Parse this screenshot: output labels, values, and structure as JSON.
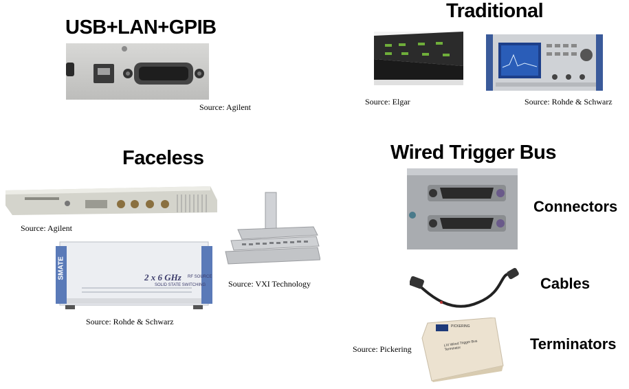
{
  "sections": {
    "usb_lan_gpib": {
      "title": "USB+LAN+GPIB",
      "source": "Source: Agilent"
    },
    "traditional": {
      "title": "Traditional",
      "source_left": "Source: Elgar",
      "source_right": "Source: Rohde & Schwarz"
    },
    "faceless": {
      "title": "Faceless",
      "source_rack": "Source: Agilent",
      "source_box": "Source: Rohde & Schwarz",
      "source_vxi": "Source: VXI Technology"
    },
    "wired_trigger_bus": {
      "title": "Wired Trigger Bus",
      "labels": {
        "connectors": "Connectors",
        "cables": "Cables",
        "terminators": "Terminators"
      },
      "source_terminator": "Source: Pickering"
    }
  },
  "product_marks": {
    "switch_box_brand": "SMATE",
    "switch_box_model": "2 x 6 GHz",
    "switch_box_sub1": "RF SOURCE",
    "switch_box_sub2": "SOLID STATE SWITCHING",
    "terminator_brand": "PICKERING",
    "terminator_text": "LXI Wired Trigger Bus Terminator"
  }
}
